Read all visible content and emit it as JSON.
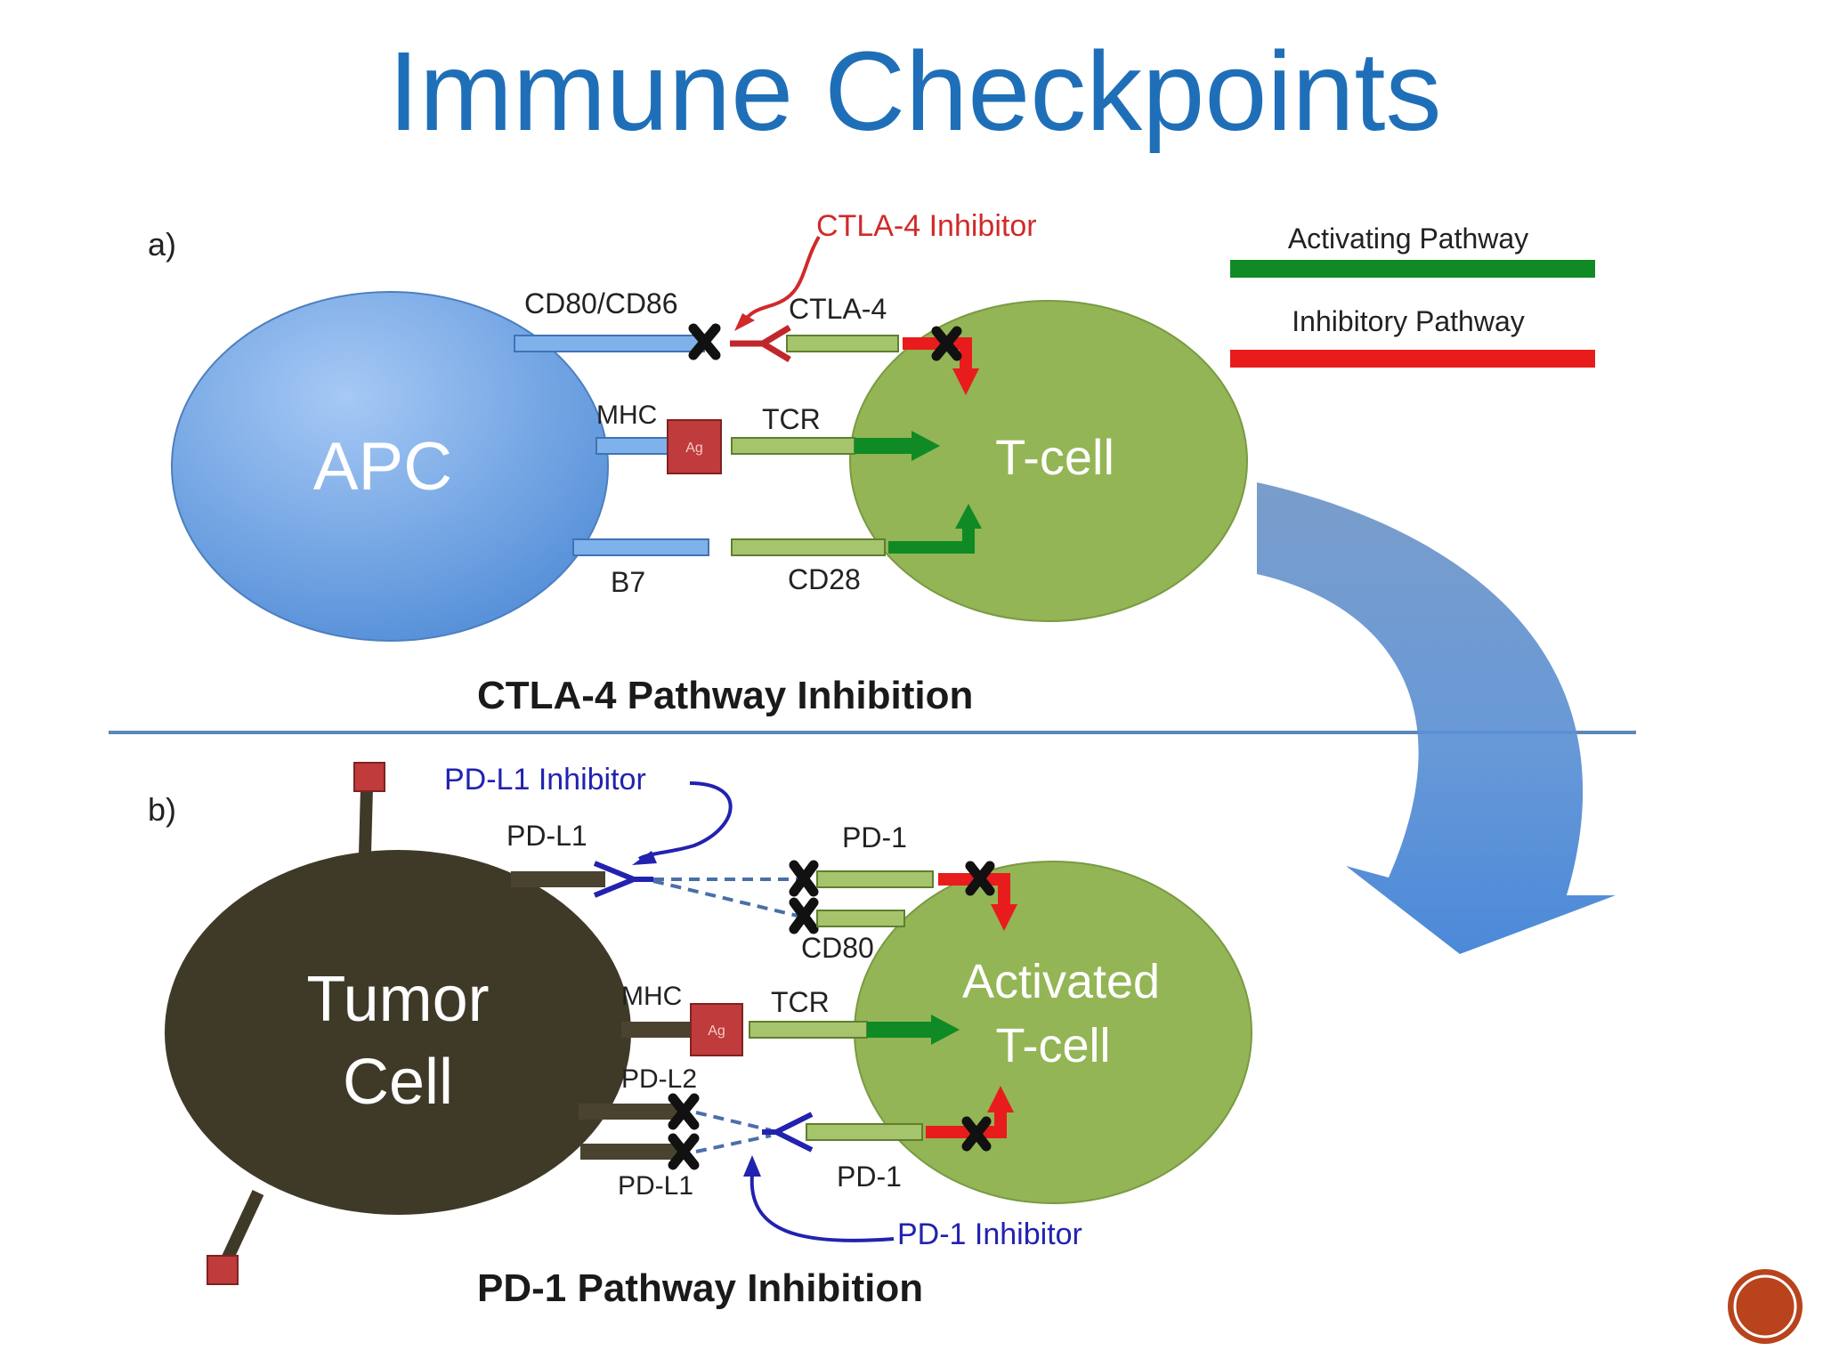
{
  "title": "Immune Checkpoints",
  "legend": {
    "activating": "Activating Pathway",
    "inhibitory": "Inhibitory Pathway"
  },
  "colors": {
    "title": "#1f6fb8",
    "activating": "#108a24",
    "inhibitory": "#e81c1c",
    "apc": "#5c98e0",
    "t_cell": "#93b555",
    "tumor": "#3f3a28",
    "antigen": "#c03b3b",
    "inhibitor_red": "#d02a2a",
    "inhibitor_blue": "#2222b0"
  },
  "panel_a": {
    "marker": "a)",
    "caption": "CTLA-4 Pathway Inhibition",
    "inhibitor": "CTLA-4 Inhibitor",
    "apc_label": "APC",
    "t_cell_label": "T-cell",
    "receptors": {
      "cd80_cd86": "CD80/CD86",
      "ctla4": "CTLA-4",
      "mhc": "MHC",
      "ag": "Ag",
      "tcr": "TCR",
      "b7": "B7",
      "cd28": "CD28"
    }
  },
  "panel_b": {
    "marker": "b)",
    "caption": "PD-1 Pathway Inhibition",
    "pdl1_inhibitor": "PD-L1 Inhibitor",
    "pd1_inhibitor": "PD-1 Inhibitor",
    "tumor_label": [
      "Tumor",
      "Cell"
    ],
    "activated_label": [
      "Activated",
      "T-cell"
    ],
    "receptors": {
      "pdl1_top": "PD-L1",
      "pd1_top": "PD-1",
      "cd80": "CD80",
      "mhc": "MHC",
      "ag": "Ag",
      "tcr": "TCR",
      "pdl2": "PD-L2",
      "pdl1_bottom": "PD-L1",
      "pd1_bottom": "PD-1"
    }
  }
}
